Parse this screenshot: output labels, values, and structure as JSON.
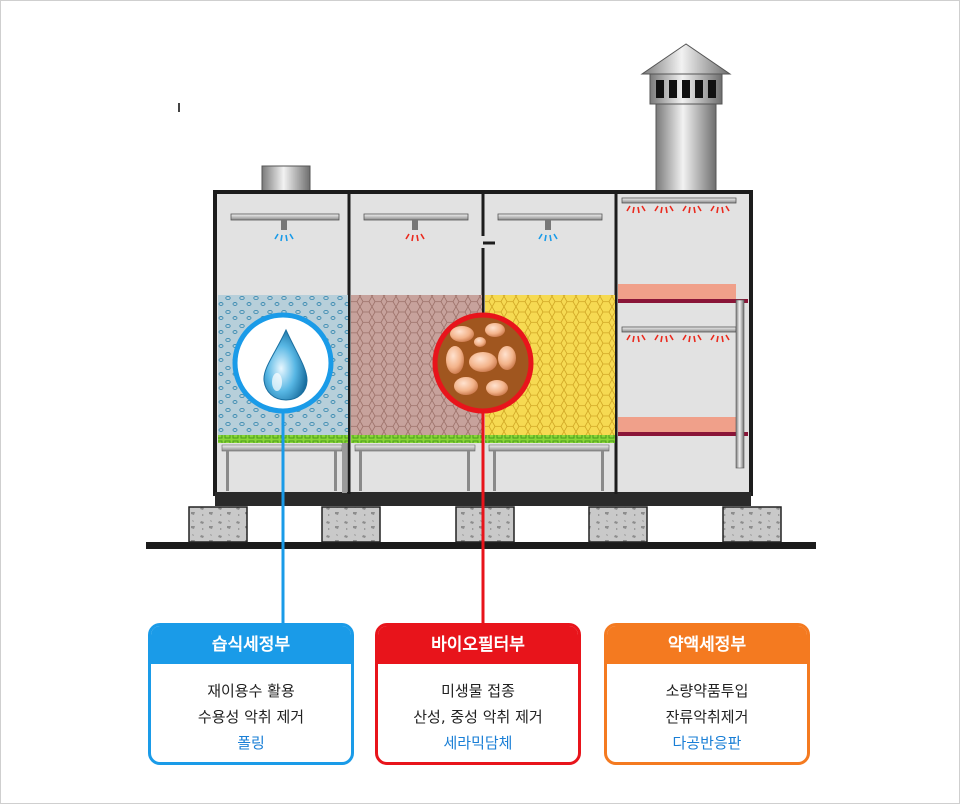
{
  "colors": {
    "wet": "#1a9be8",
    "bio": "#e8141b",
    "chem": "#f47a20",
    "accent_text": "#1a7fd6"
  },
  "icons": [
    "water-drop-icon",
    "microbe-icon",
    "spray-nozzle-icon",
    "exhaust-stack-icon"
  ],
  "cards": {
    "wet": {
      "title": "습식세정부",
      "line1": "재이용수 활용",
      "line2": "수용성 악취 제거",
      "line3": "폴링"
    },
    "bio": {
      "title": "바이오필터부",
      "line1": "미생물 접종",
      "line2": "산성, 중성 악취 제거",
      "line3": "세라믹담체"
    },
    "chem": {
      "title": "약액세정부",
      "line1": "소량약품투입",
      "line2": "잔류악취제거",
      "line3": "다공반응판"
    }
  }
}
